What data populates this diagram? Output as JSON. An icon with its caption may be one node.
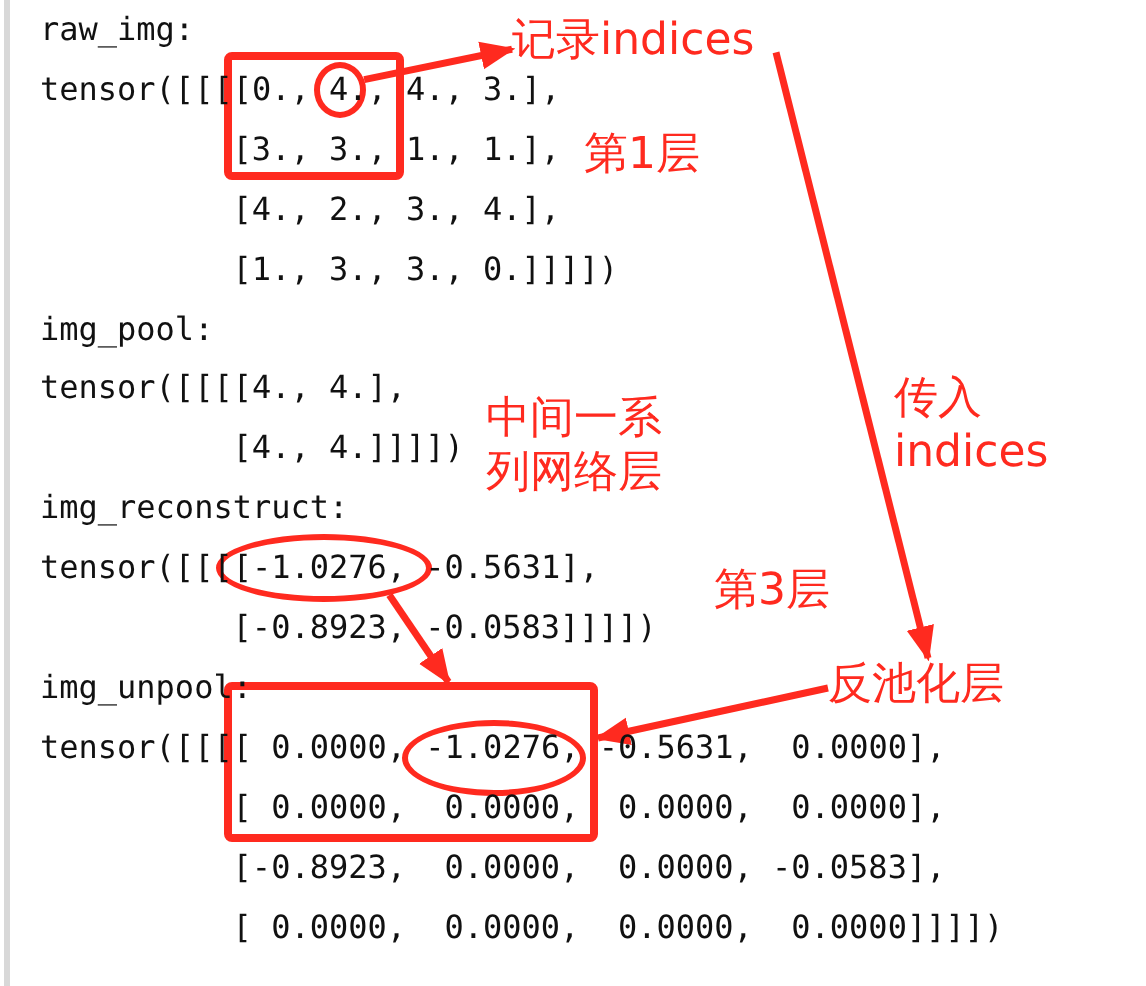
{
  "diagram": {
    "nodes": [
      {
        "text": [],
        "shape": "box"
      },
      {
        "text": [],
        "shape": "circle",
        "in": 0
      },
      {
        "text": [
          "记录indices"
        ]
      },
      {
        "text": [],
        "shape": "circle"
      },
      {
        "text": [
          "反池化层"
        ]
      },
      {
        "text": [],
        "shape": "box"
      },
      {
        "text": [],
        "shape": "circle",
        "in": 5
      }
    ],
    "edges": [
      {
        "from": 1,
        "to": 2,
        "arrow": "to"
      },
      {
        "from": 2,
        "to": 4,
        "arrow": "to",
        "label": "传入 indices"
      },
      {
        "from": 3,
        "to": 5,
        "arrow": "to"
      },
      {
        "from": 4,
        "to": 5,
        "arrow": "to"
      }
    ],
    "labels": [
      "raw_img:",
      "tensor([[[[0., 4., 4., 3.],",
      "[3., 3., 1., 1.],",
      "[4., 2., 3., 4.],",
      "[1., 3., 3., 0.]]]])",
      "img_pool:",
      "tensor([[[[4., 4.],",
      "[4., 4.]]]])",
      "img_reconstruct:",
      "tensor([[[[-1.0276, -0.5631],",
      "[-0.8923, -0.0583]]]])",
      "img_unpool:",
      "tensor([[[[ 0.0000, -1.0276, -0.5631,  0.0000],",
      "[ 0.0000,  0.0000,  0.0000,  0.0000],",
      "[-0.8923,  0.0000,  0.0000, -0.0583],",
      "[ 0.0000,  0.0000,  0.0000,  0.0000]]]])",
      "第1层",
      "中间一系列网络层",
      "第3层"
    ]
  }
}
